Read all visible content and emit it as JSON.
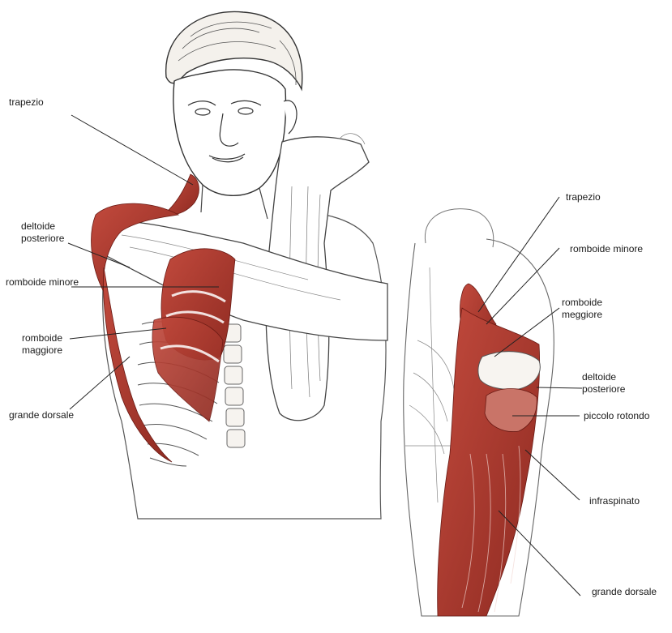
{
  "left_figure": {
    "labels": {
      "trapezio": "trapezio",
      "deltoide_1": "deltoide",
      "deltoide_2": "posteriore",
      "romboide_minore": "romboide minore",
      "romboide_maggiore_1": "romboide",
      "romboide_maggiore_2": "maggiore",
      "grande_dorsale": "grande dorsale"
    }
  },
  "right_figure": {
    "labels": {
      "trapezio": "trapezio",
      "romboide_minore": "romboide minore",
      "romboide_maggiore_1": "romboide",
      "romboide_maggiore_2": "meggiore",
      "deltoide_1": "deltoide",
      "deltoide_2": "posteriore",
      "piccolo_rotondo": "piccolo rotondo",
      "infraspinato": "infraspinato",
      "grande_dorsale": "grande dorsale"
    }
  },
  "colors": {
    "muscle": "#a8362c",
    "muscle_dark": "#7a1f18",
    "bone": "#f3f0ec",
    "sketch": "#3a3a3a",
    "leader": "#222222"
  }
}
